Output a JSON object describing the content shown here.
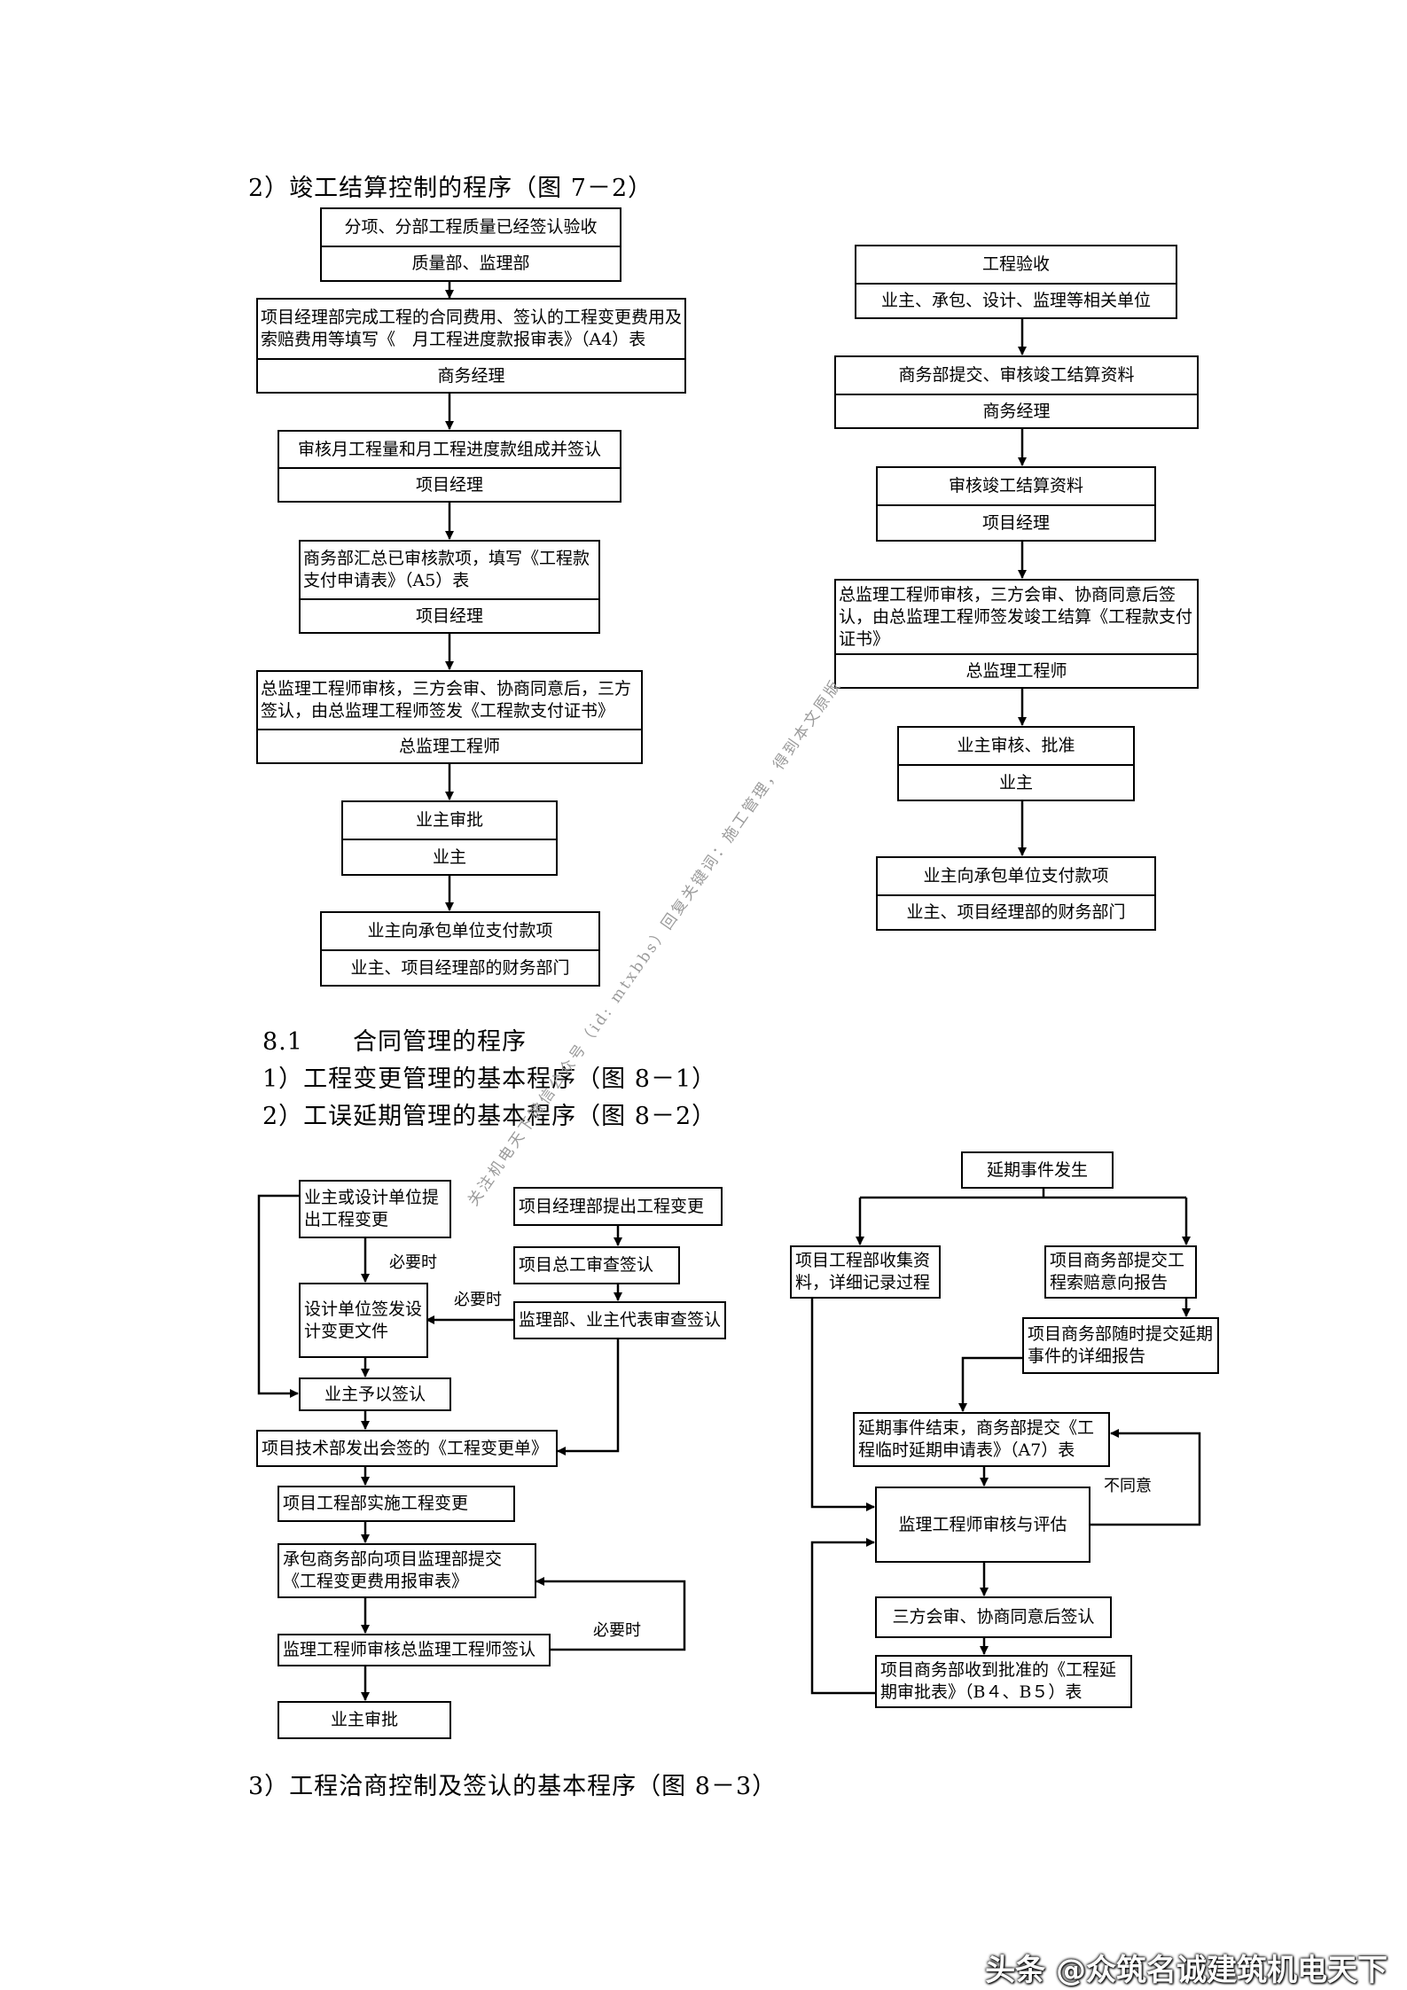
{
  "headings": {
    "h_7_2": "2）竣工结算控制的程序（图 7－2）",
    "h_8_1": "8.1　　合同管理的程序",
    "h_8_1_1": "1）工程变更管理的基本程序（图 8－1）",
    "h_8_1_2": "2）工误延期管理的基本程序（图 8－2）",
    "h_8_1_3": "3）工程洽商控制及签认的基本程序（图 8－3）"
  },
  "flow_left": [
    {
      "task": "分项、分部工程质量已经签认验收",
      "role": "质量部、监理部"
    },
    {
      "task": "项目经理部完成工程的合同费用、签认的工程变更费用及索赔费用等填写《　月工程进度款报审表》（A4）表",
      "role": "商务经理"
    },
    {
      "task": "审核月工程量和月工程进度款组成并签认",
      "role": "项目经理"
    },
    {
      "task": "商务部汇总已审核款项，填写《工程款支付申请表》（A5）表",
      "role": "项目经理"
    },
    {
      "task": "总监理工程师审核，三方会审、协商同意后，三方签认，由总监理工程师签发《工程款支付证书》",
      "role": "总监理工程师"
    },
    {
      "task": "业主审批",
      "role": "业主"
    },
    {
      "task": "业主向承包单位支付款项",
      "role": "业主、项目经理部的财务部门"
    }
  ],
  "flow_right": [
    {
      "task": "工程验收",
      "role": "业主、承包、设计、监理等相关单位"
    },
    {
      "task": "商务部提交、审核竣工结算资料",
      "role": "商务经理"
    },
    {
      "task": "审核竣工结算资料",
      "role": "项目经理"
    },
    {
      "task": "总监理工程师审核，三方会审、协商同意后签认，由总监理工程师签发竣工结算《工程款支付证书》",
      "role": "总监理工程师"
    },
    {
      "task": "业主审核、批准",
      "role": "业主"
    },
    {
      "task": "业主向承包单位支付款项",
      "role": "业主、项目经理部的财务部门"
    }
  ],
  "change_flow": {
    "owner_design": "业主或设计单位提出工程变更",
    "pm_propose": "项目经理部提出工程变更",
    "chief_eng": "项目总工审查签认",
    "supervision_review": "监理部、业主代表审查签认",
    "design_issue": "设计单位签发设计变更文件",
    "owner_sign": "业主予以签认",
    "tech_issue": "项目技术部发出会签的《工程变更单》",
    "implement": "项目工程部实施工程变更",
    "cost_submit": "承包商务部向项目监理部提交《工程变更费用报审表》",
    "supervisor_sign": "监理工程师审核总监理工程师签认",
    "owner_approve": "业主审批",
    "note_needed": "必要时"
  },
  "delay_flow": {
    "event": "延期事件发生",
    "collect": "项目工程部收集资料，详细记录过程",
    "claim_intent": "项目商务部提交工程索赔意向报告",
    "detail_report": "项目商务部随时提交延期事件的详细报告",
    "apply": "延期事件结束，商务部提交《工程临时延期申请表》（A7）表",
    "review": "监理工程师审核与评估",
    "agree": "三方会审、协商同意后签认",
    "receive": "项目商务部收到批准的《工程延期审批表》（B４、B５）表",
    "note_disagree": "不同意"
  },
  "watermark": "关注机电天下微信公众号（id: mtxbbs）回复关键词：施工管理，得到本文原版",
  "footer": "头条 @众筑名诚建筑机电天下"
}
